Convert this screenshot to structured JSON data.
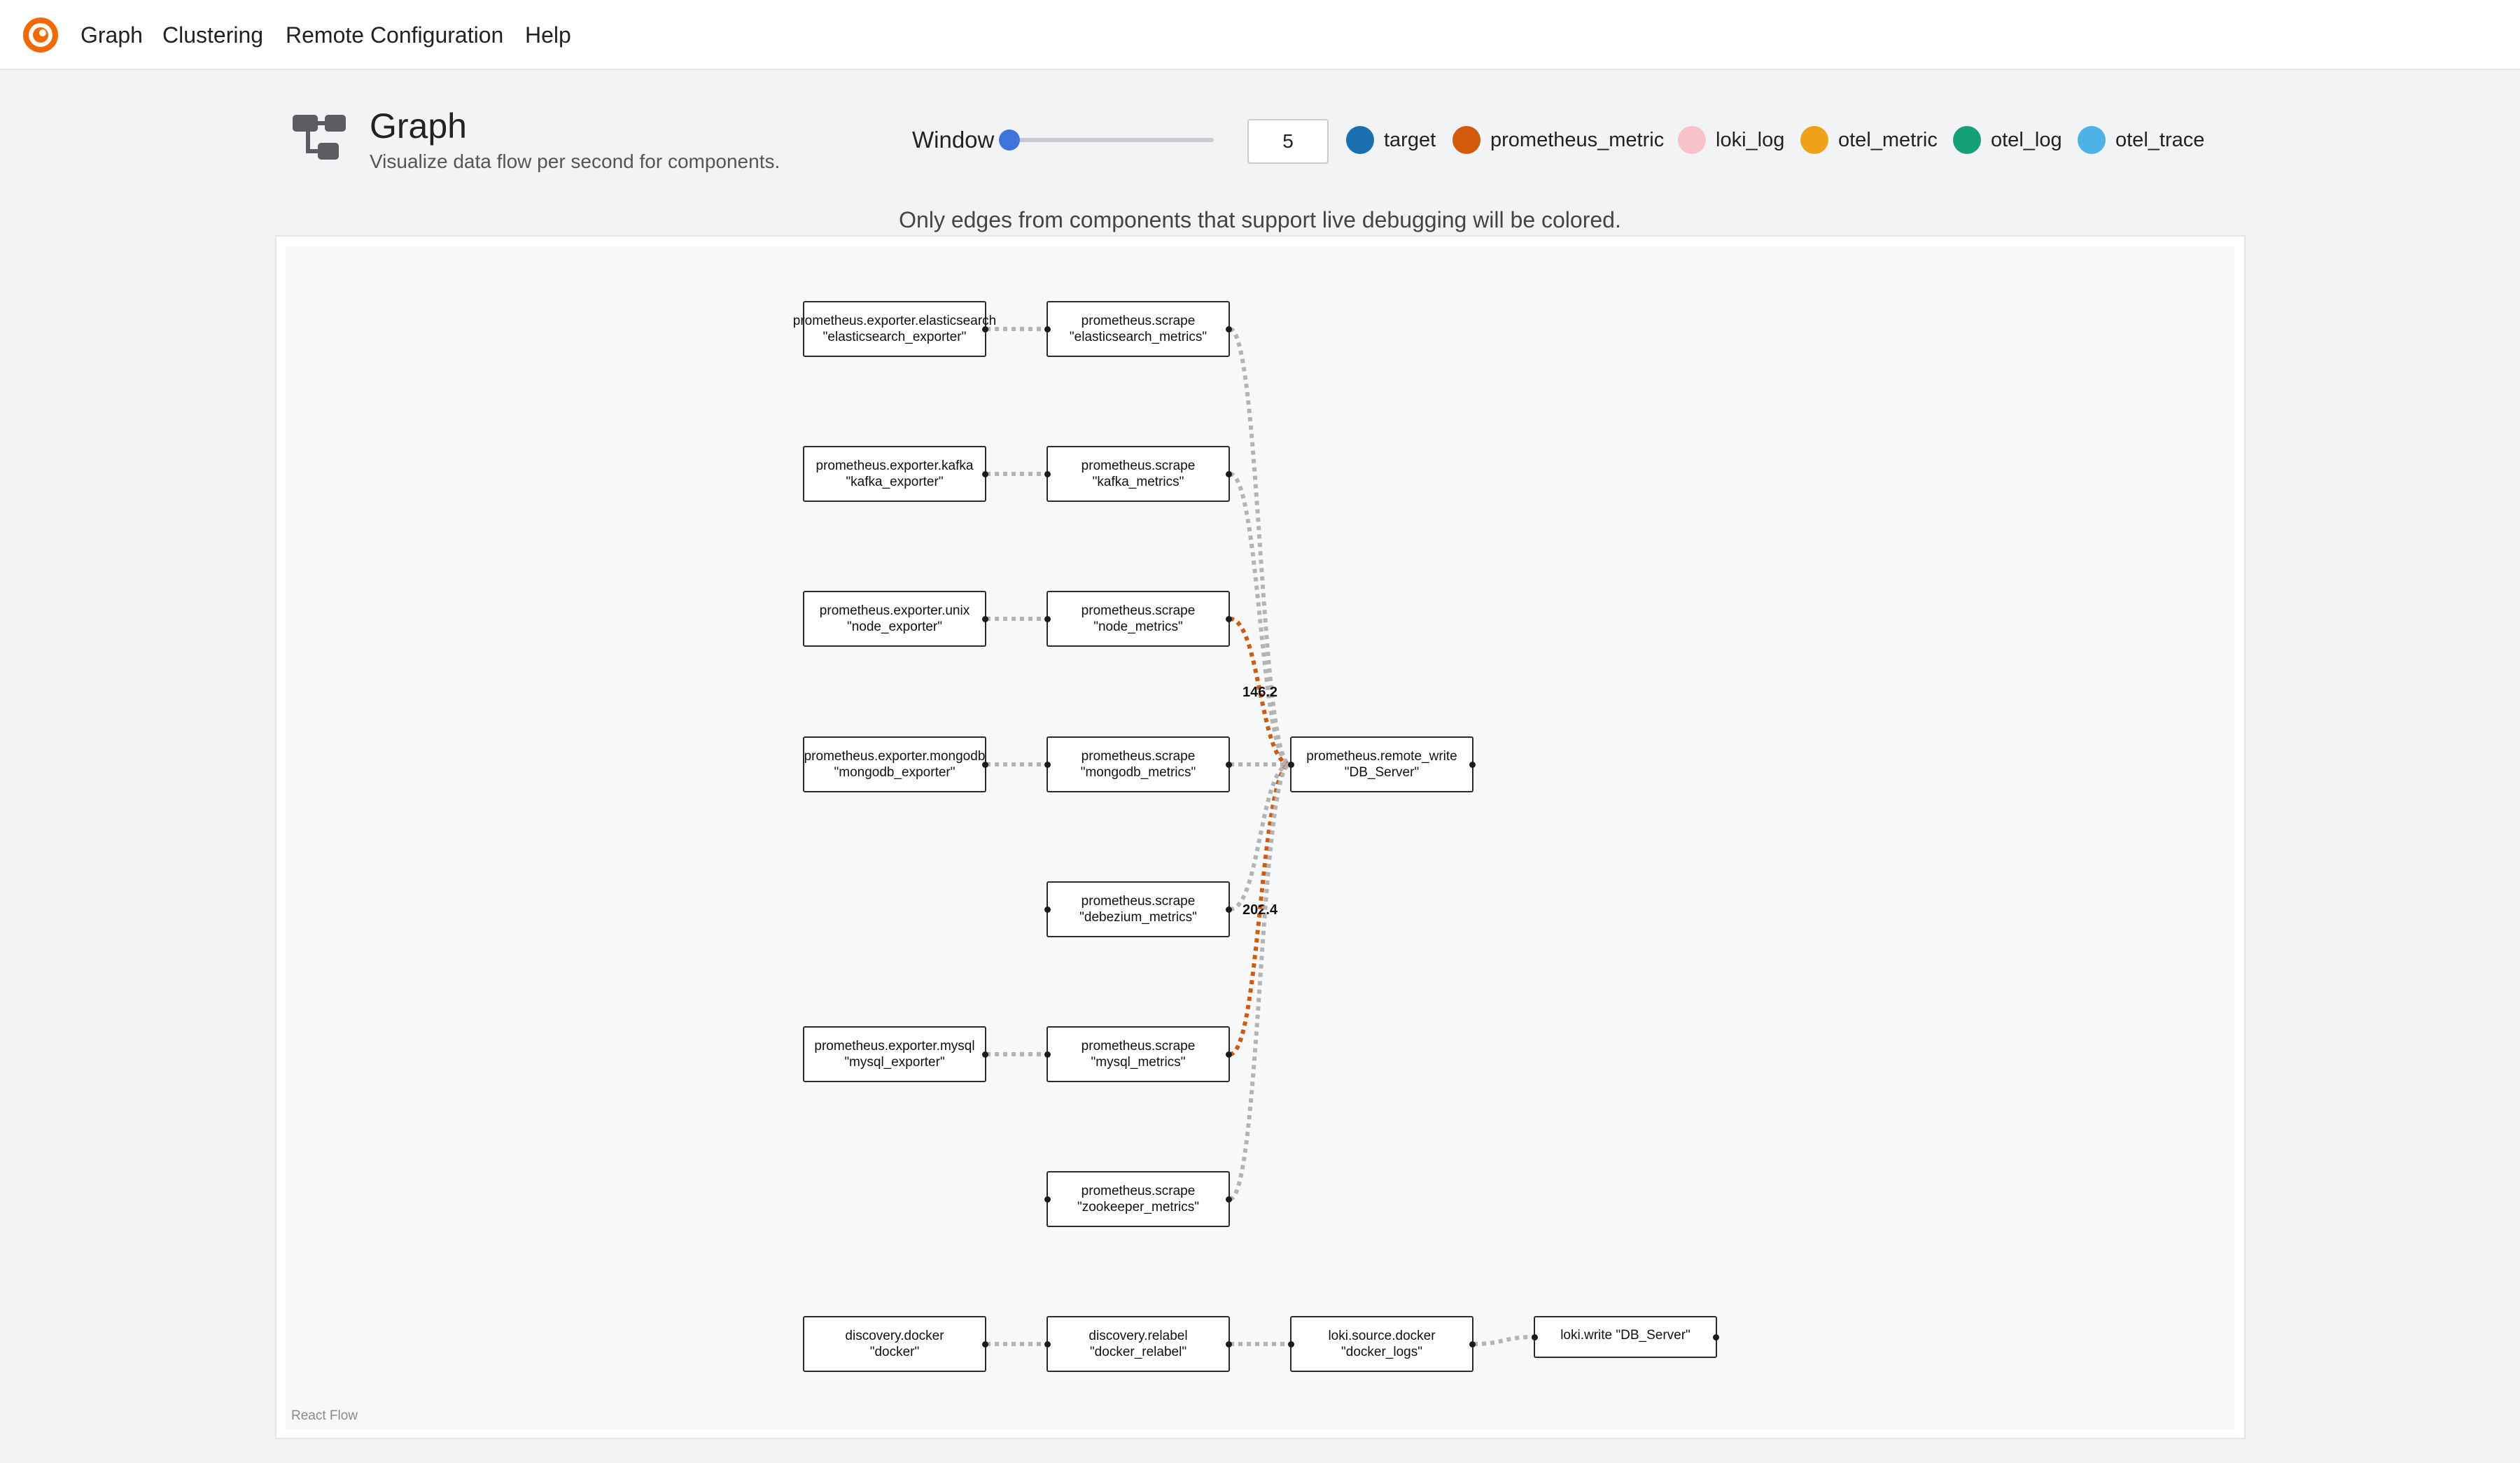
{
  "nav": {
    "logo_icon": "grafana-alloy-logo-icon",
    "items": [
      {
        "label": "Graph"
      },
      {
        "label": "Clustering"
      },
      {
        "label": "Remote Configuration"
      },
      {
        "label": "Help"
      }
    ]
  },
  "header": {
    "icon": "graph-icon",
    "title": "Graph",
    "subtitle": "Visualize data flow per second for components."
  },
  "window_control": {
    "label": "Window",
    "slider_fraction": 0.0,
    "value": "5"
  },
  "legend": [
    {
      "label": "target",
      "color": "#1A6FB0"
    },
    {
      "label": "prometheus_metric",
      "color": "#D45A0B"
    },
    {
      "label": "loki_log",
      "color": "#F7C2CC"
    },
    {
      "label": "otel_metric",
      "color": "#F0A11A"
    },
    {
      "label": "otel_log",
      "color": "#16A078"
    },
    {
      "label": "otel_trace",
      "color": "#4DB3E6"
    }
  ],
  "notice": "Only edges from components that support live debugging will be colored.",
  "graph": {
    "attribution": "React Flow",
    "edge_colors": {
      "default": "#b3b3b3",
      "prometheus_metric": "#D45A0B"
    },
    "nodes": [
      {
        "id": "exp_es",
        "line1": "prometheus.exporter.elasticsearch",
        "line2": "\"elasticsearch_exporter\""
      },
      {
        "id": "scr_es",
        "line1": "prometheus.scrape",
        "line2": "\"elasticsearch_metrics\""
      },
      {
        "id": "exp_kafka",
        "line1": "prometheus.exporter.kafka",
        "line2": "\"kafka_exporter\""
      },
      {
        "id": "scr_kafka",
        "line1": "prometheus.scrape",
        "line2": "\"kafka_metrics\""
      },
      {
        "id": "exp_unix",
        "line1": "prometheus.exporter.unix",
        "line2": "\"node_exporter\""
      },
      {
        "id": "scr_node",
        "line1": "prometheus.scrape",
        "line2": "\"node_metrics\""
      },
      {
        "id": "exp_mongo",
        "line1": "prometheus.exporter.mongodb",
        "line2": "\"mongodb_exporter\""
      },
      {
        "id": "scr_mongo",
        "line1": "prometheus.scrape",
        "line2": "\"mongodb_metrics\""
      },
      {
        "id": "remote_write",
        "line1": "prometheus.remote_write",
        "line2": "\"DB_Server\""
      },
      {
        "id": "scr_debezium",
        "line1": "prometheus.scrape",
        "line2": "\"debezium_metrics\""
      },
      {
        "id": "exp_mysql",
        "line1": "prometheus.exporter.mysql",
        "line2": "\"mysql_exporter\""
      },
      {
        "id": "scr_mysql",
        "line1": "prometheus.scrape",
        "line2": "\"mysql_metrics\""
      },
      {
        "id": "scr_zk",
        "line1": "prometheus.scrape",
        "line2": "\"zookeeper_metrics\""
      },
      {
        "id": "disc_docker",
        "line1": "discovery.docker",
        "line2": "\"docker\""
      },
      {
        "id": "disc_relabel",
        "line1": "discovery.relabel",
        "line2": "\"docker_relabel\""
      },
      {
        "id": "loki_src",
        "line1": "loki.source.docker",
        "line2": "\"docker_logs\""
      },
      {
        "id": "loki_write",
        "line1": "loki.write \"DB_Server\"",
        "line2": ""
      }
    ],
    "edges": [
      {
        "from": "exp_es",
        "to": "scr_es",
        "type": "default"
      },
      {
        "from": "exp_kafka",
        "to": "scr_kafka",
        "type": "default"
      },
      {
        "from": "exp_unix",
        "to": "scr_node",
        "type": "default"
      },
      {
        "from": "exp_mongo",
        "to": "scr_mongo",
        "type": "default"
      },
      {
        "from": "exp_mysql",
        "to": "scr_mysql",
        "type": "default"
      },
      {
        "from": "scr_es",
        "to": "remote_write",
        "type": "default"
      },
      {
        "from": "scr_kafka",
        "to": "remote_write",
        "type": "default"
      },
      {
        "from": "scr_node",
        "to": "remote_write",
        "type": "prometheus_metric",
        "label": "146.2"
      },
      {
        "from": "scr_mongo",
        "to": "remote_write",
        "type": "default"
      },
      {
        "from": "scr_debezium",
        "to": "remote_write",
        "type": "default"
      },
      {
        "from": "scr_mysql",
        "to": "remote_write",
        "type": "prometheus_metric",
        "label": "202.4"
      },
      {
        "from": "scr_zk",
        "to": "remote_write",
        "type": "default"
      },
      {
        "from": "disc_docker",
        "to": "disc_relabel",
        "type": "default"
      },
      {
        "from": "disc_relabel",
        "to": "loki_src",
        "type": "default"
      },
      {
        "from": "loki_src",
        "to": "loki_write",
        "type": "default"
      }
    ]
  }
}
